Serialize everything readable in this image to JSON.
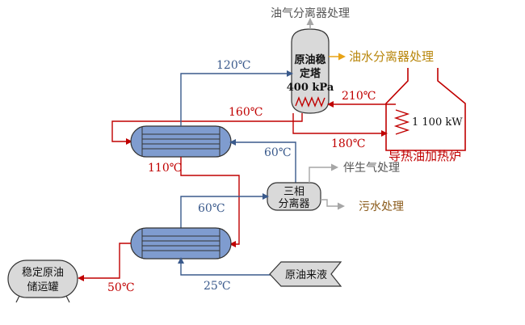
{
  "labels": {
    "gas_separator": "油气分离器处理",
    "oil_water_separator": "油水分离器处理",
    "stabilizer_line1": "原油稳",
    "stabilizer_line2": "定塔",
    "stabilizer_pressure": "400 kPa",
    "heater_name": "导热油加热炉",
    "heater_power": "1 100 kW",
    "three_phase_line1": "三相",
    "three_phase_line2": "分离器",
    "associated_gas": "伴生气处理",
    "sewage": "污水处理",
    "storage_line1": "稳定原油",
    "storage_line2": "储运罐",
    "feed": "原油来液"
  },
  "temperatures": {
    "t_top_120": "120℃",
    "t_160": "160℃",
    "t_210": "210℃",
    "t_180": "180℃",
    "t_60_a": "60℃",
    "t_110": "110℃",
    "t_60_b": "60℃",
    "t_50": "50℃",
    "t_25": "25℃"
  },
  "colors": {
    "cold_stream": "#3a5a8c",
    "hot_stream": "#c00000",
    "vessel_fill": "#d9d9d9",
    "exchanger_fill": "#7f9ccf",
    "gas_arrow": "#a6a6a6",
    "oil_water_arrow": "#e8a317"
  }
}
